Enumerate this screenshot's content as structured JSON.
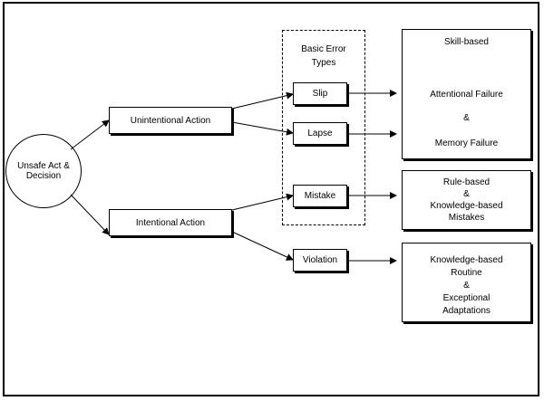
{
  "nodes": {
    "root": "Unsafe Act & Decision",
    "unintentional": "Unintentional Action",
    "intentional": "Intentional Action",
    "group_label_line1": "Basic Error",
    "group_label_line2": "Types",
    "slip": "Slip",
    "lapse": "Lapse",
    "mistake": "Mistake",
    "violation": "Violation"
  },
  "outcomes": {
    "skill": {
      "title": "Skill-based",
      "line1": "Attentional Failure",
      "line2": "&",
      "line3": "Memory Failure"
    },
    "rule": {
      "line1": "Rule-based",
      "line2": "&",
      "line3": "Knowledge-based",
      "line4": "Mistakes"
    },
    "knowledge": {
      "line1": "Knowledge-based",
      "line2": "Routine",
      "line3": "&",
      "line4": "Exceptional",
      "line5": "Adaptations"
    }
  }
}
